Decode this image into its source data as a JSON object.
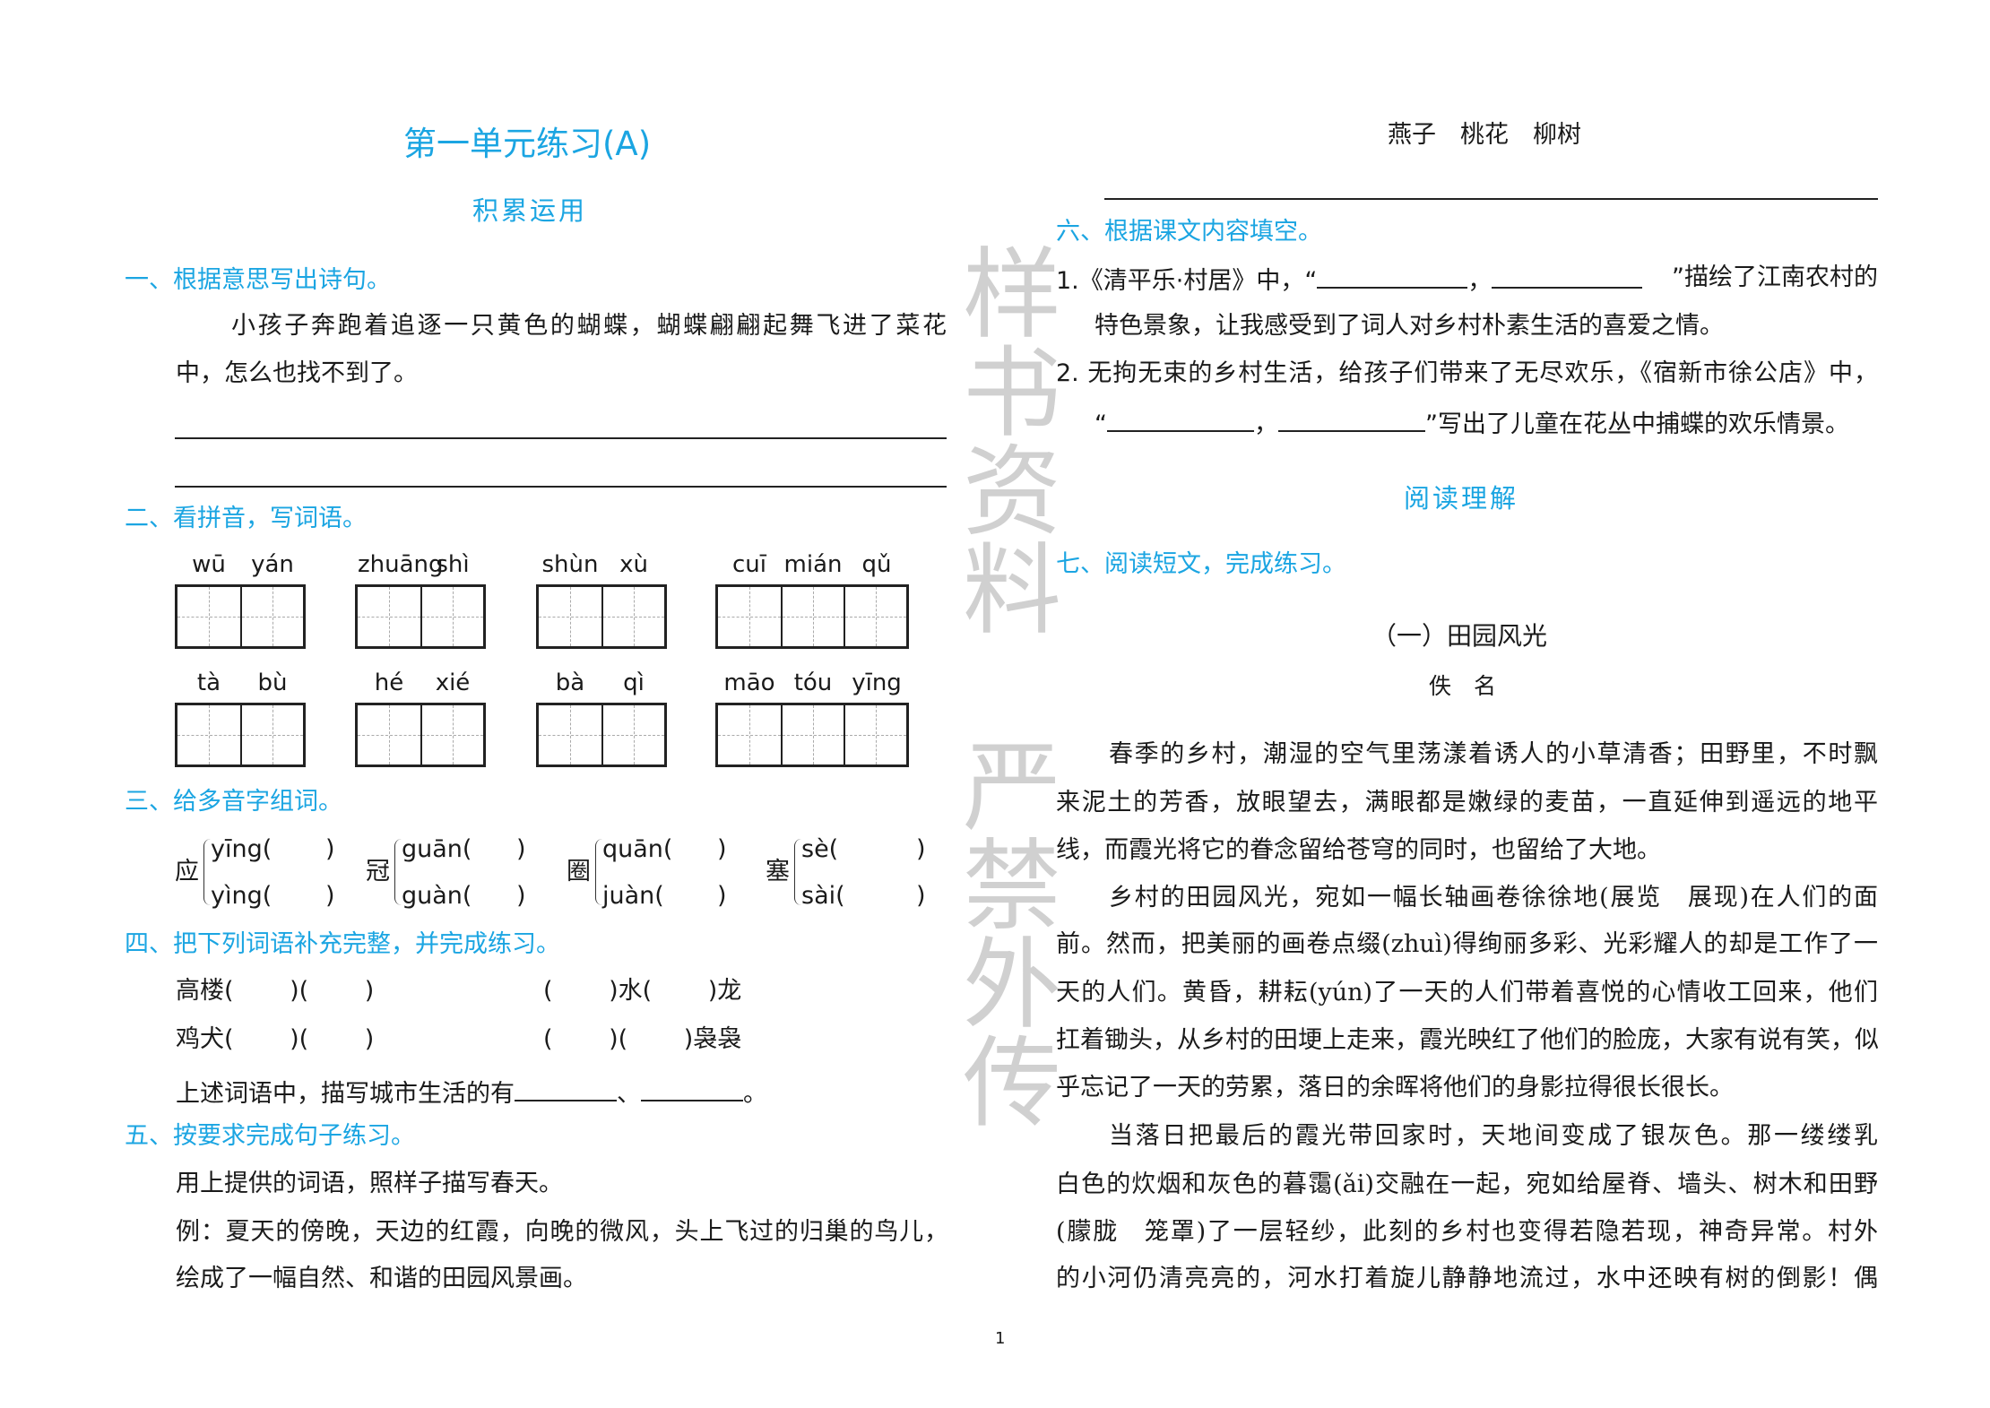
{
  "left": {
    "title": "第一单元练习(A)",
    "subtitle": "积累运用",
    "s1": {
      "heading": "一、根据意思写出诗句。",
      "lines": [
        "小孩子奔跑着追逐一只黄色的蝴蝶，蝴蝶翩翩起舞飞进了菜花",
        "中，怎么也找不到了。"
      ]
    },
    "s2": {
      "heading": "二、看拼音，写词语。",
      "rows": [
        [
          [
            "wū",
            "yán"
          ],
          [
            "zhuāng",
            "shì"
          ],
          [
            "shùn",
            "xù"
          ],
          [
            "cuī",
            "mián",
            "qǔ"
          ]
        ],
        [
          [
            "tà",
            "bù"
          ],
          [
            "hé",
            "xié"
          ],
          [
            "bà",
            "qì"
          ],
          [
            "māo",
            "tóu",
            "yīng"
          ]
        ]
      ]
    },
    "s3": {
      "heading": "三、给多音字组词。",
      "items": [
        {
          "char": "应",
          "p1": "yīng(",
          "p2": "yìng("
        },
        {
          "char": "冠",
          "p1": "guān(",
          "p2": "guàn("
        },
        {
          "char": "圈",
          "p1": "quān(",
          "p2": "juàn("
        },
        {
          "char": "塞",
          "p1": "sè(",
          "p2": "sài("
        }
      ],
      "close": ")"
    },
    "s4": {
      "heading": "四、把下列词语补充完整，并完成练习。",
      "r1a": "高楼(　　 )(　　 )",
      "r1b": "(　　 )水(　　 )龙",
      "r2a": "鸡犬(　　 )(　　 )",
      "r2b": "(　　 )(　　 )袅袅",
      "q": "上述词语中，描写城市生活的有",
      "sep": "、",
      "end": "。"
    },
    "s5": {
      "heading": "五、按要求完成句子练习。",
      "lines": [
        "用上提供的词语，照样子描写春天。",
        "例：夏天的傍晚，天边的红霞，向晚的微风，头上飞过的归巢的鸟儿，",
        "绘成了一幅自然、和谐的田园风景画。"
      ]
    }
  },
  "right": {
    "words": "燕子　桃花　柳树",
    "s6": {
      "heading": "六、根据课文内容填空。",
      "q1a": "1.《清平乐·村居》中，“",
      "comma": "，",
      "q1b": "”描绘了江南农村的",
      "q1c": "特色景象，让我感受到了词人对乡村朴素生活的喜爱之情。",
      "q2a": "2.  无拘无束的乡村生活，给孩子们带来了无尽欢乐，《宿新市徐公店》中，",
      "q2open": "“",
      "q2b": "”写出了儿童在花丛中捕蝶的欢乐情景。"
    },
    "reading_title": "阅读理解",
    "s7": {
      "heading": "七、阅读短文，完成练习。",
      "passage_title": "（一）田园风光",
      "author": "佚　名",
      "lines": [
        "春季的乡村，潮湿的空气里荡漾着诱人的小草清香；田野里，不时飘",
        "来泥土的芳香，放眼望去，满眼都是嫩绿的麦苗，一直延伸到遥远的地平",
        "线，而霞光将它的眷念留给苍穹的同时，也留给了大地。",
        "乡村的田园风光，宛如一幅长轴画卷徐徐地(展览　展现)在人们的面",
        "前。然而，把美丽的画卷点缀(zhuì)得绚丽多彩、光彩耀人的却是工作了一",
        "天的人们。黄昏，耕耘(yún)了一天的人们带着喜悦的心情收工回来，他们",
        "扛着锄头，从乡村的田埂上走来，霞光映红了他们的脸庞，大家有说有笑，似",
        "乎忘记了一天的劳累，落日的余晖将他们的身影拉得很长很长。",
        "当落日把最后的霞光带回家时，天地间变成了银灰色。那一缕缕乳",
        "白色的炊烟和灰色的暮霭(ǎi)交融在一起，宛如给屋脊、墙头、树木和田野",
        "(朦胧　笼罩)了一层轻纱，此刻的乡村也变得若隐若现，神奇异常。村外",
        "的小河仍清亮亮的，河水打着旋儿静静地流过，水中还映有树的倒影！偶"
      ]
    }
  },
  "page_number": "1",
  "watermark": "样书资料　严禁外传",
  "colors": {
    "accent": "#1ba5e2",
    "text": "#1a1a1a"
  }
}
